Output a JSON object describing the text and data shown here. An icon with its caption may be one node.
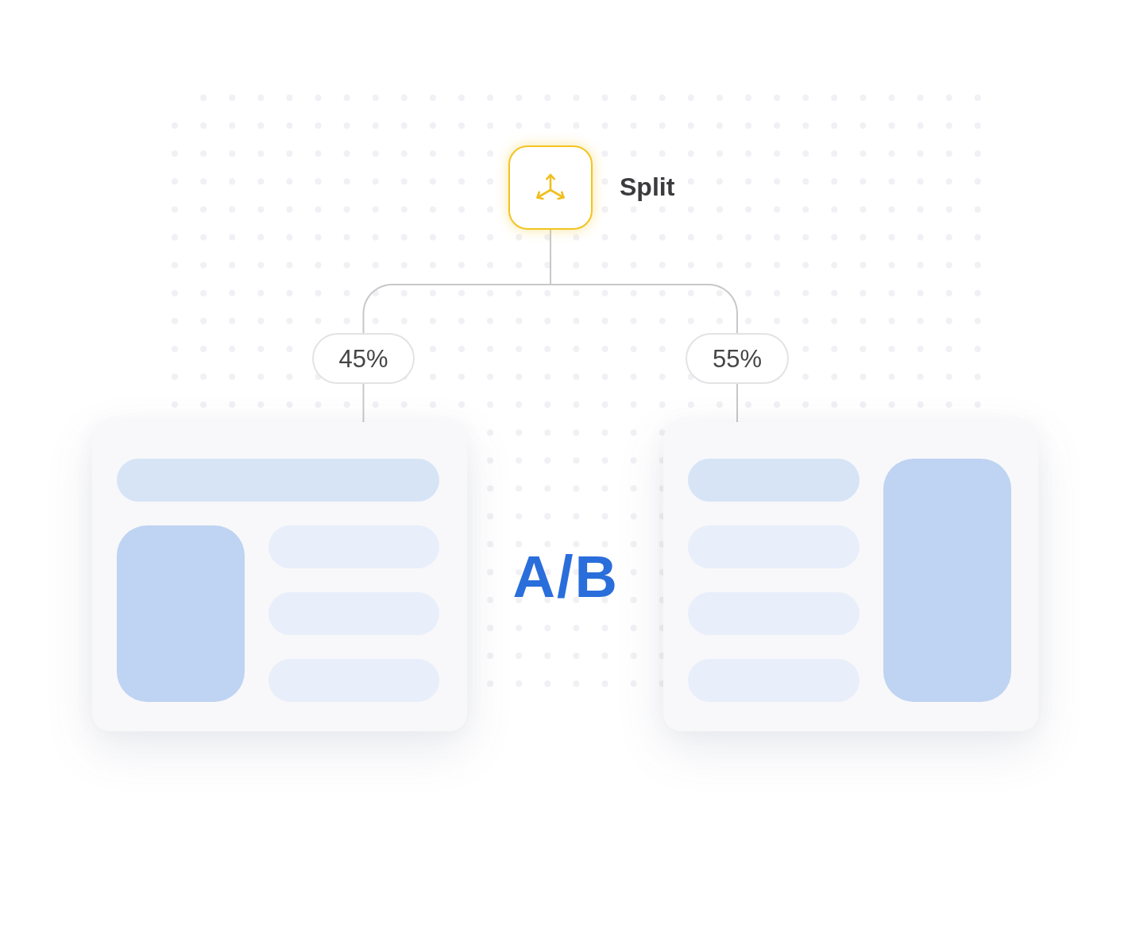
{
  "diagram": {
    "nodes": [
      {
        "text": [],
        "shape": "box",
        "beside": [
          "Split"
        ]
      },
      {
        "text": [
          "45%"
        ]
      },
      {
        "text": [
          "55%"
        ]
      },
      {
        "text": [],
        "shape": "box"
      },
      {
        "text": [],
        "shape": "box"
      }
    ],
    "edges": [
      {
        "from": 0,
        "to": 1,
        "arrow": "none"
      },
      {
        "from": 0,
        "to": 2,
        "arrow": "none"
      },
      {
        "from": 1,
        "to": 3,
        "arrow": "none"
      },
      {
        "from": 2,
        "to": 4,
        "arrow": "none"
      }
    ],
    "labels": [
      "A/B"
    ]
  }
}
